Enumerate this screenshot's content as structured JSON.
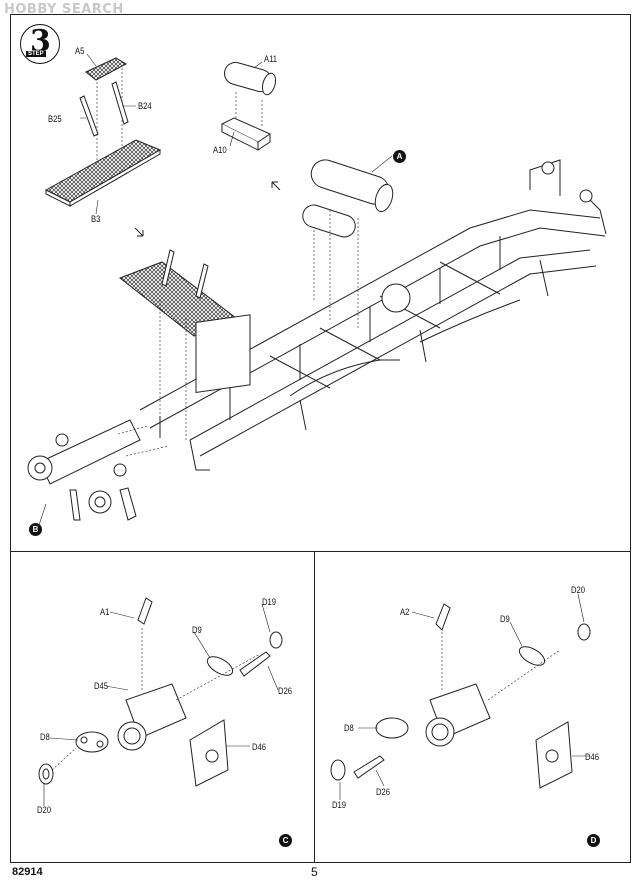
{
  "watermark": "HOBBY SEARCH",
  "step": {
    "number": "3",
    "word": "STEP"
  },
  "labels": {
    "a5": "A5",
    "a11": "A11",
    "a10": "A10",
    "b24": "B24",
    "b25": "B25",
    "b3": "B3",
    "c_a1": "A1",
    "c_d19": "D19",
    "c_d9": "D9",
    "c_d45": "D45",
    "c_d26": "D26",
    "c_d8": "D8",
    "c_d46": "D46",
    "c_d20": "D20",
    "d_a2": "A2",
    "d_d20": "D20",
    "d_d9": "D9",
    "d_d8": "D8",
    "d_d46": "D46",
    "d_d19": "D19",
    "d_d26": "D26"
  },
  "badges": {
    "a": "A",
    "b": "B",
    "c": "C",
    "d": "D"
  },
  "footer": {
    "code": "82914",
    "page": "5"
  }
}
